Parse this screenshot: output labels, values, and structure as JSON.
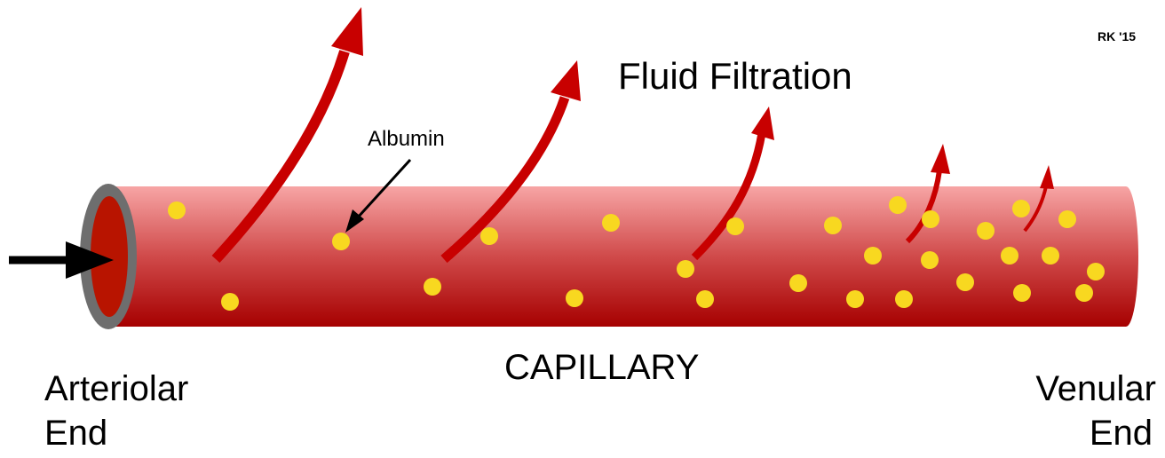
{
  "labels": {
    "title": "Fluid Filtration",
    "capillary": "CAPILLARY",
    "arteriolar_line1": "Arteriolar",
    "arteriolar_line2": "End",
    "venular_line1": "Venular",
    "venular_line2": "End",
    "albumin": "Albumin",
    "credit": "RK '15"
  },
  "colors": {
    "vessel_top": "#f7a5a5",
    "vessel_bottom": "#a60000",
    "vessel_wall": "#6e6e6e",
    "lumen": "#b81400",
    "filtration_arrow": "#c80000",
    "albumin": "#f8d820",
    "inflow_arrow": "#000000"
  }
}
